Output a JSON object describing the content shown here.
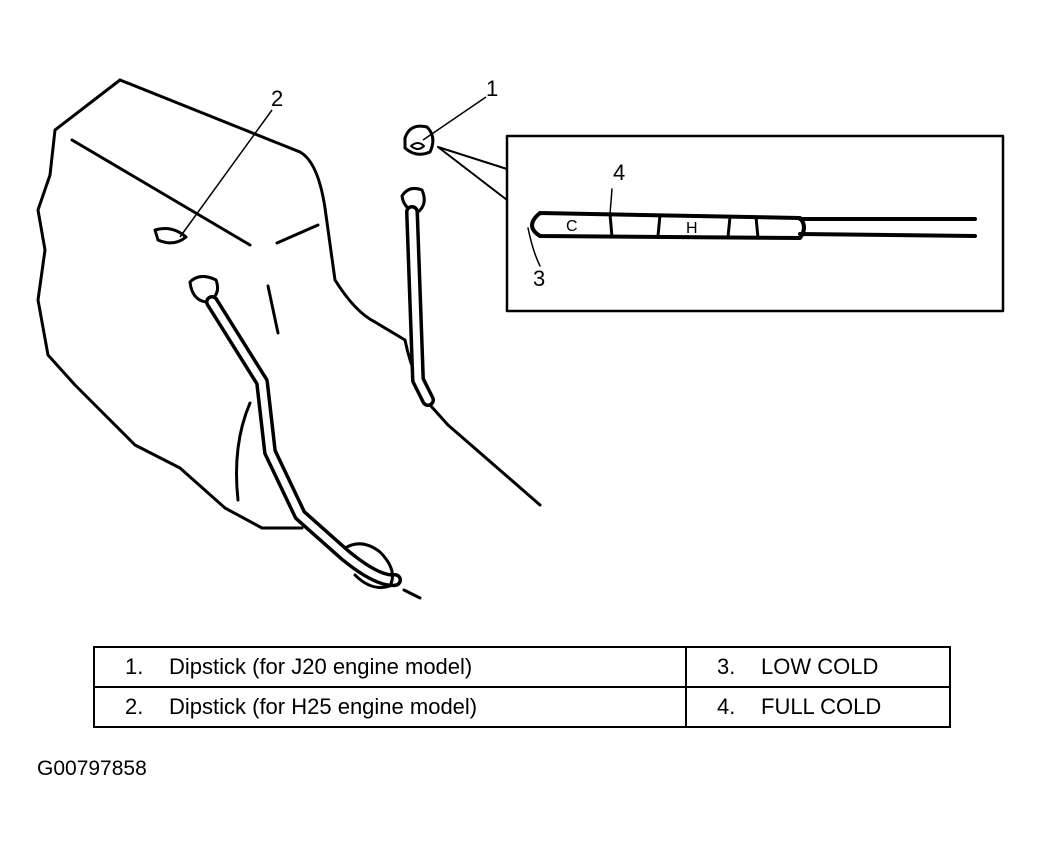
{
  "callouts": {
    "c1": "1",
    "c2": "2",
    "c3": "3",
    "c4": "4"
  },
  "dipstick_marks": {
    "cold": "C",
    "hot": "H"
  },
  "legend": {
    "rows": [
      {
        "left": {
          "num": "1.",
          "text": "Dipstick (for J20 engine model)"
        },
        "right": {
          "num": "3.",
          "text": "LOW COLD"
        }
      },
      {
        "left": {
          "num": "2.",
          "text": "Dipstick (for H25 engine model)"
        },
        "right": {
          "num": "4.",
          "text": "FULL COLD"
        }
      }
    ]
  },
  "figure_id": "G00797858"
}
